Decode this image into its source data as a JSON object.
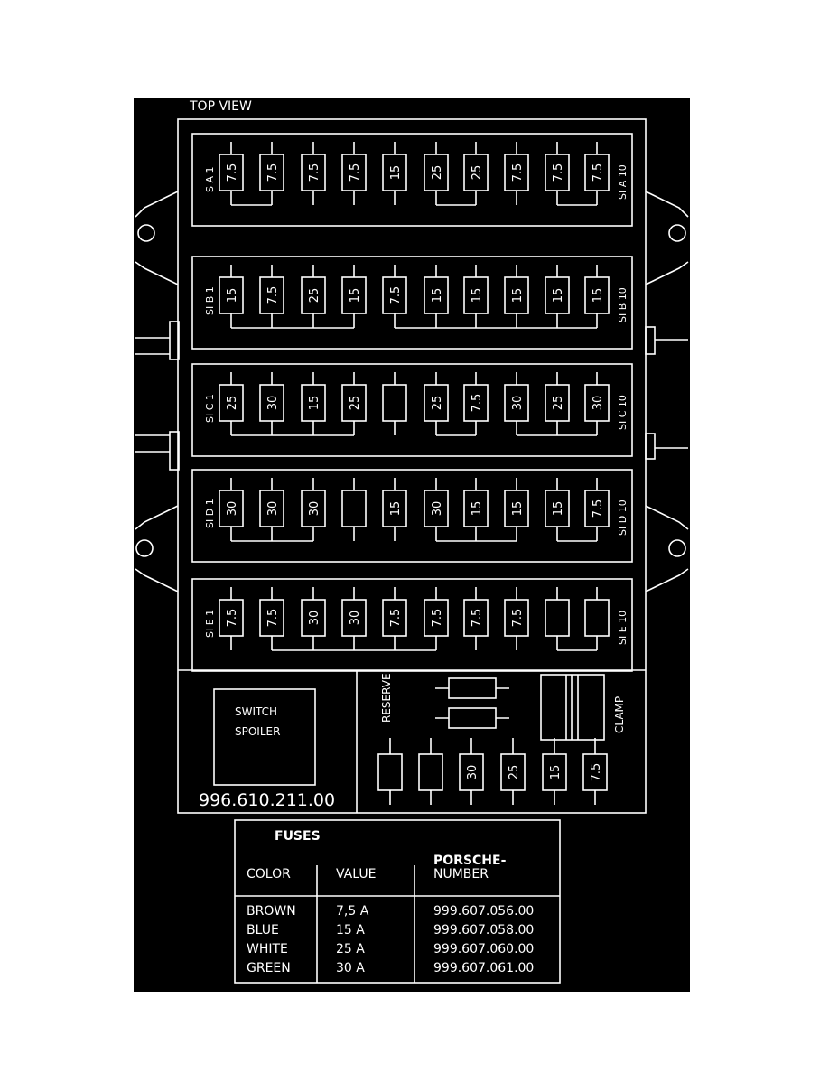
{
  "diagram": {
    "title": "TOP VIEW",
    "rows": [
      {
        "label_left": "S A 1",
        "label_right": "SI A 10",
        "fuses": [
          "7.5",
          "7.5",
          "7.5",
          "7.5",
          "15",
          "25",
          "25",
          "7.5",
          "7.5",
          "7.5"
        ]
      },
      {
        "label_left": "SI B 1",
        "label_right": "SI B 10",
        "fuses": [
          "15",
          "7.5",
          "25",
          "15",
          "7.5",
          "15",
          "15",
          "15",
          "15",
          "15"
        ]
      },
      {
        "label_left": "SI C 1",
        "label_right": "SI C 10",
        "fuses": [
          "25",
          "30",
          "15",
          "25",
          "",
          "25",
          "7.5",
          "30",
          "25",
          "30"
        ]
      },
      {
        "label_left": "SI D 1",
        "label_right": "SI D 10",
        "fuses": [
          "30",
          "30",
          "30",
          "",
          "15",
          "30",
          "15",
          "15",
          "15",
          "7.5"
        ]
      },
      {
        "label_left": "SI E 1",
        "label_right": "SI E 10",
        "fuses": [
          "7.5",
          "7.5",
          "30",
          "30",
          "7.5",
          "7.5",
          "7.5",
          "7.5",
          "",
          ""
        ]
      }
    ],
    "relay": {
      "line1": "SWITCH",
      "line2": "SPOILER"
    },
    "part_number": "996.610.211.00",
    "reserve_label": "RESERVE",
    "clamp_label": "CLAMP",
    "reserve_fuses": [
      "",
      "",
      "30",
      "25",
      "15",
      "7.5"
    ]
  },
  "legend": {
    "title": "FUSES",
    "headers": {
      "color": "COLOR",
      "value": "VALUE",
      "number_line1": "PORSCHE-",
      "number_line2": "NUMBER"
    },
    "rows": [
      {
        "color": "BROWN",
        "value": "7,5 A",
        "number": "999.607.056.00"
      },
      {
        "color": "BLUE",
        "value": "15 A",
        "number": "999.607.058.00"
      },
      {
        "color": "WHITE",
        "value": "25 A",
        "number": "999.607.060.00"
      },
      {
        "color": "GREEN",
        "value": "30 A",
        "number": "999.607.061.00"
      }
    ]
  },
  "colors": {
    "background": "#000000",
    "lines": "#ffffff",
    "page": "#ffffff"
  }
}
